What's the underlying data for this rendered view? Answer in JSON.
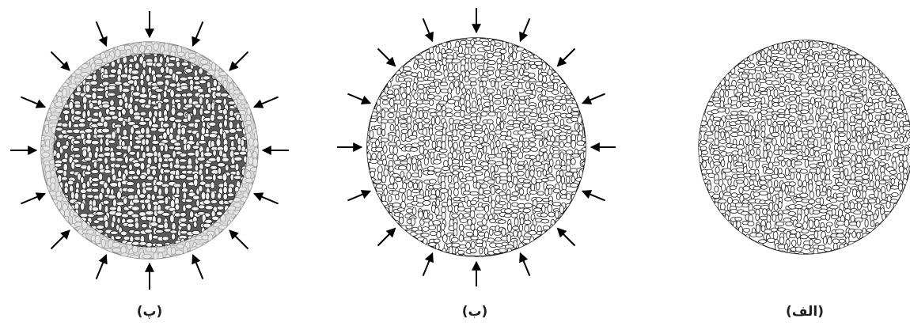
{
  "figure": {
    "panels": [
      {
        "id": "c",
        "caption": "(پ)",
        "compressed": true,
        "outer_ring": true,
        "arrow_count": 16,
        "particle_shading": "dark"
      },
      {
        "id": "b",
        "caption": "(ب)",
        "compressed": true,
        "outer_ring": false,
        "arrow_count": 16,
        "particle_shading": "light"
      },
      {
        "id": "a",
        "caption": "(الف)",
        "compressed": false,
        "outer_ring": false,
        "arrow_count": 0,
        "particle_shading": "light"
      }
    ]
  },
  "colors": {
    "background": "#ffffff",
    "particle_stroke": "#1a1a1a",
    "ring_stroke": "#8c8c8c",
    "ring_fill": "#d9d9d9",
    "dark_core_fill": "#5a5a5a",
    "arrow": "#000000",
    "caption_text": "#231f20"
  }
}
